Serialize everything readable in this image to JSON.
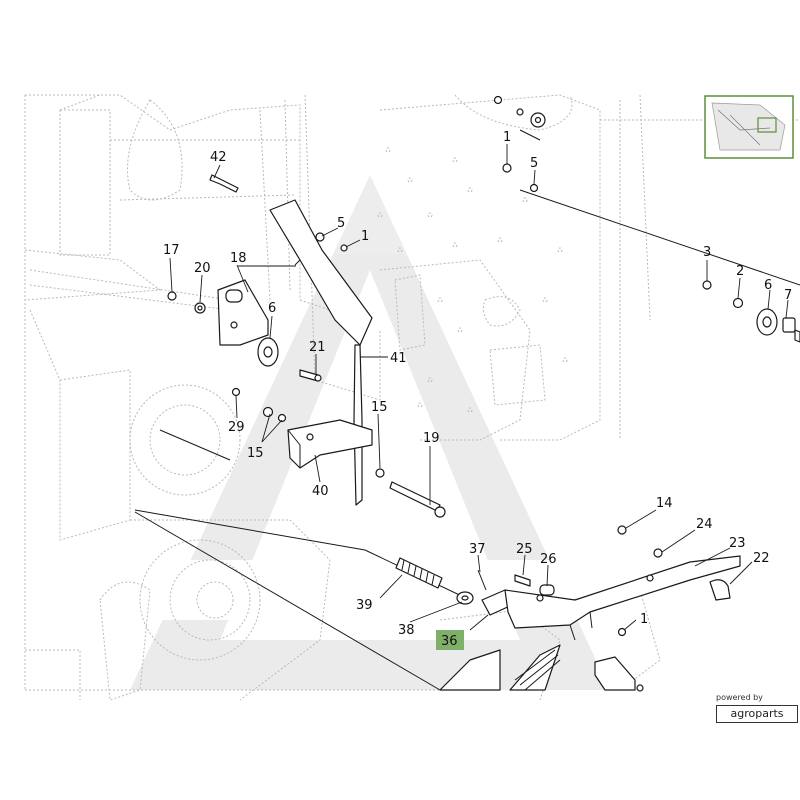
{
  "diagram": {
    "callouts": [
      {
        "label": "42"
      },
      {
        "label": "5"
      },
      {
        "label": "1"
      },
      {
        "label": "17"
      },
      {
        "label": "20"
      },
      {
        "label": "18"
      },
      {
        "label": "6"
      },
      {
        "label": "21"
      },
      {
        "label": "41"
      },
      {
        "label": "29"
      },
      {
        "label": "15"
      },
      {
        "label": "15"
      },
      {
        "label": "19"
      },
      {
        "label": "40"
      },
      {
        "label": "1"
      },
      {
        "label": "5"
      },
      {
        "label": "3"
      },
      {
        "label": "2"
      },
      {
        "label": "6"
      },
      {
        "label": "7"
      },
      {
        "label": "14"
      },
      {
        "label": "24"
      },
      {
        "label": "23"
      },
      {
        "label": "22"
      },
      {
        "label": "37"
      },
      {
        "label": "25"
      },
      {
        "label": "26"
      },
      {
        "label": "39"
      },
      {
        "label": "38"
      },
      {
        "label": "36"
      },
      {
        "label": "1"
      }
    ],
    "highlighted_part": "36"
  },
  "branding": {
    "powered_by": "powered by",
    "name": "agroparts"
  },
  "colors": {
    "highlight": "#7fb069",
    "thumbnail_border": "#5b8f3a",
    "ink": "#1a1a1a"
  }
}
